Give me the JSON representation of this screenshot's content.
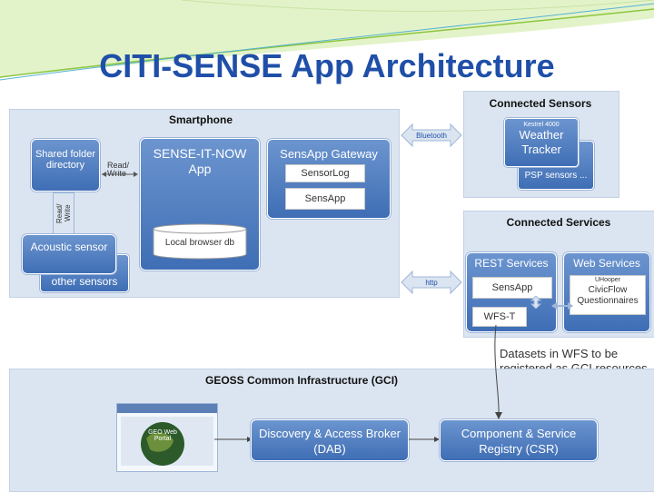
{
  "slide": {
    "title": "CITI-SENSE App Architecture"
  },
  "smartphone": {
    "title": "Smartphone",
    "shared_folder": "Shared folder directory",
    "read_write_1": "Read/ Write",
    "read_write_2": "Read/ Write",
    "sense_it_now": "SENSE-IT-NOW App",
    "local_db": "Local browser db",
    "gateway": "SensApp Gateway",
    "sensorlog": "SensorLog",
    "sensapp": "SensApp",
    "acoustic": "Acoustic sensor",
    "other_sensors": "other sensors"
  },
  "connectors": {
    "bluetooth": "Bluetooth",
    "http": "http"
  },
  "connected_sensors": {
    "title": "Connected Sensors",
    "kestrel": "Kestrel 4000",
    "weather_tracker": "Weather Tracker",
    "psp": "PSP sensors ..."
  },
  "connected_services": {
    "title": "Connected Services",
    "rest": "REST Services",
    "web": "Web Services",
    "sensapp": "SensApp",
    "wfs_t": "WFS-T",
    "uhooper": "UHooper",
    "civicflow": "CivicFlow",
    "questionnaires": "Questionnaires"
  },
  "note": "Datasets in WFS to be registered as GCI resources",
  "gci": {
    "title": "GEOSS Common Infrastructure (GCI)",
    "web_portal": "GEO Web Portal",
    "dab": "Discovery & Access Broker (DAB)",
    "csr": "Component & Service Registry (CSR)"
  }
}
